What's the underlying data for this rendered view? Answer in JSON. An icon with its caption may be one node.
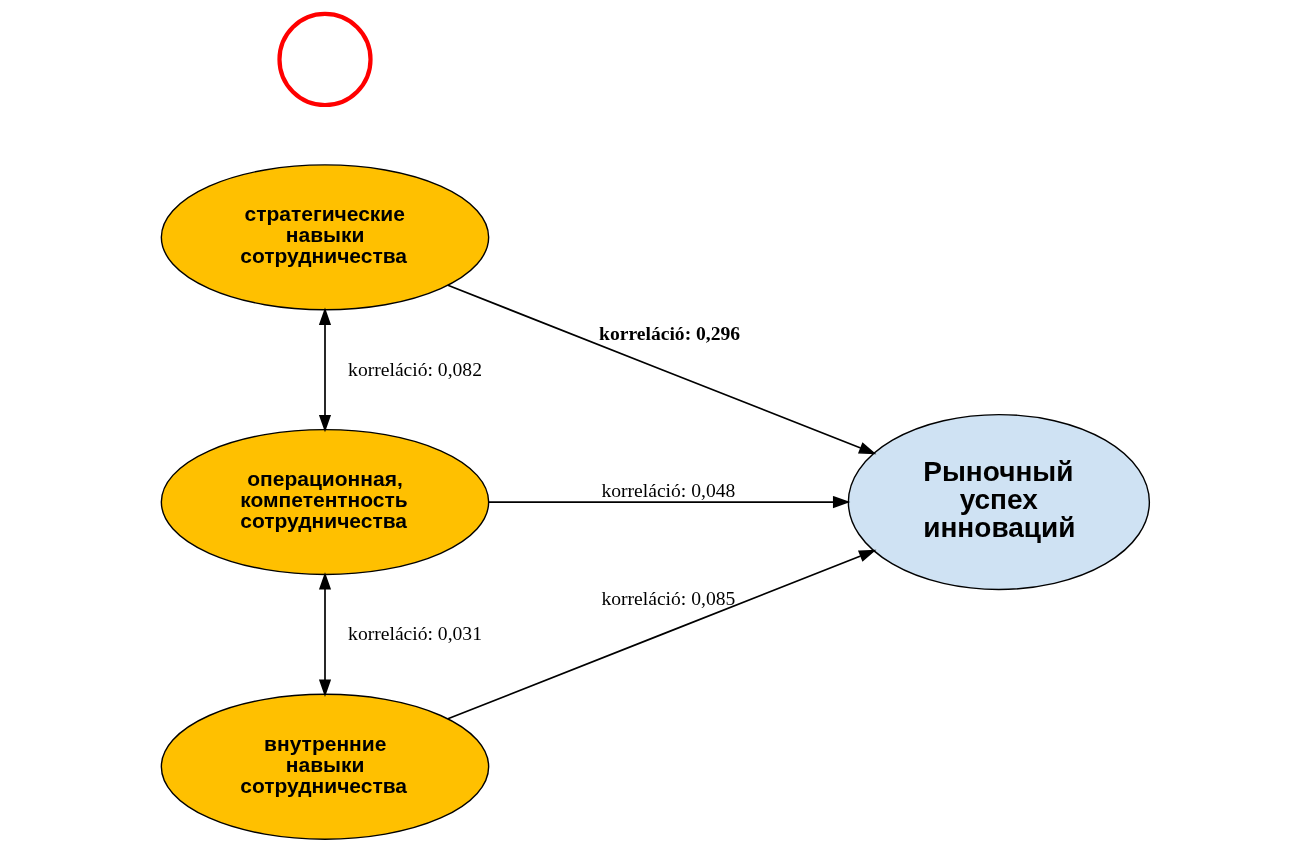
{
  "diagram": {
    "nodes": [
      {
        "text": [
          "стратегические навыки сотрудничества"
        ]
      },
      {
        "text": [
          "операционная, компетентность сотрудничества"
        ]
      },
      {
        "text": [
          "внутренние навыки сотрудничества"
        ]
      },
      {
        "text": [
          "Рыночный успех инноваций"
        ]
      },
      {
        "text": [],
        "shape": "circle"
      }
    ],
    "edges": [
      {
        "from": 0,
        "to": 1,
        "arrow": "both",
        "label": "korreláció: 0,082"
      },
      {
        "from": 1,
        "to": 2,
        "arrow": "both",
        "label": "korreláció: 0,031"
      },
      {
        "from": 0,
        "to": 3,
        "arrow": "to",
        "label": "korreláció: 0,296"
      },
      {
        "from": 1,
        "to": 3,
        "arrow": "to",
        "label": "korreláció: 0,048"
      },
      {
        "from": 2,
        "to": 3,
        "arrow": "to",
        "label": "korreláció: 0,085"
      }
    ]
  }
}
